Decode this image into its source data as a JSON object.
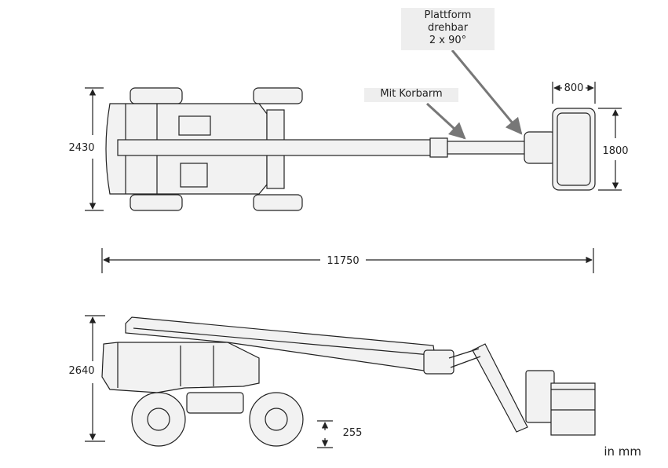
{
  "callouts": {
    "platform_line1": "Plattform",
    "platform_line2": "drehbar",
    "platform_line3": "2 x 90°",
    "basket_arm": "Mit Korbarm"
  },
  "dimensions": {
    "top_width": "2430",
    "platform_depth": "800",
    "platform_width": "1800",
    "total_length": "11750",
    "side_height": "2640",
    "ground_clearance": "255"
  },
  "unit_label": "in mm",
  "colors": {
    "line": "#222222",
    "fill": "#f2f2f2",
    "callout_bg": "#eeeeee",
    "leader": "#777777"
  }
}
